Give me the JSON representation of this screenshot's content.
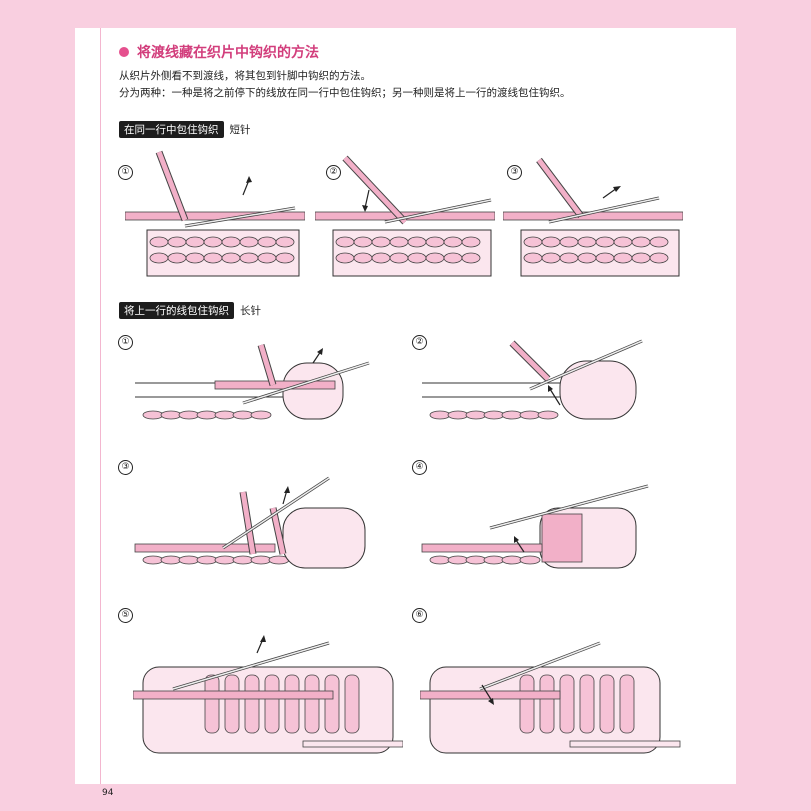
{
  "header": {
    "title": "将渡线藏在织片中钩织的方法"
  },
  "intro": {
    "line1": "从织片外侧看不到渡线，将其包到针脚中钩织的方法。",
    "line2": "分为两种：一种是将之前停下的线放在同一行中包住钩织；另一种则是将上一行的渡线包住钩织。"
  },
  "sections": [
    {
      "tag": "在同一行中包住钩织",
      "sub": "短针"
    },
    {
      "tag": "将上一行的线包住钩织",
      "sub": "长针"
    }
  ],
  "steps": [
    "①",
    "②",
    "③",
    "①",
    "②",
    "③",
    "④",
    "⑤",
    "⑥"
  ],
  "footer": {
    "page_number": "94"
  },
  "colors": {
    "band": "#f9cfe0",
    "accent": "#d23e7c",
    "yarn_pink": "#f2b0c8",
    "yarn_white": "#fbe6ee",
    "outline": "#333333"
  }
}
